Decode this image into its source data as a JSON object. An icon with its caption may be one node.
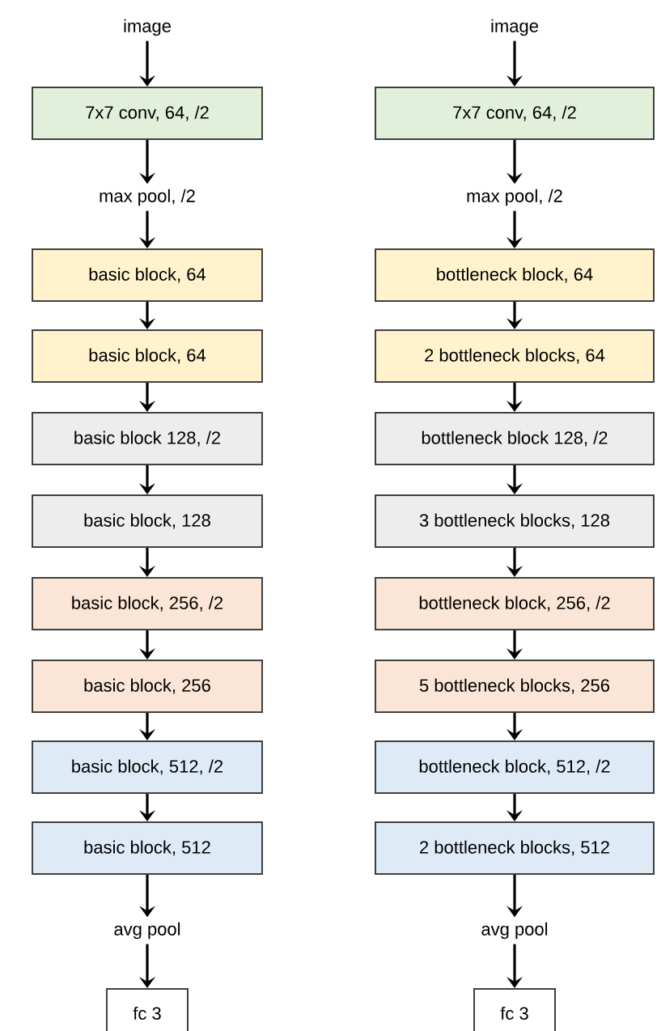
{
  "diagram": {
    "nodes": [
      {
        "text": [
          "image"
        ]
      },
      {
        "text": [
          "7x7 conv, 64, /2"
        ]
      },
      {
        "text": [
          "max pool, /2"
        ]
      },
      {
        "text": [
          "basic block, 64"
        ]
      },
      {
        "text": [
          "basic block, 64"
        ]
      },
      {
        "text": [
          "basic block 128, /2"
        ]
      },
      {
        "text": [
          "basic block, 128"
        ]
      },
      {
        "text": [
          "basic block, 256, /2"
        ]
      },
      {
        "text": [
          "basic block, 256"
        ]
      },
      {
        "text": [
          "basic block, 512, /2"
        ]
      },
      {
        "text": [
          "basic block, 512"
        ]
      },
      {
        "text": [
          "avg pool"
        ]
      },
      {
        "text": [
          "fc 3"
        ]
      },
      {
        "text": [
          "image"
        ]
      },
      {
        "text": [
          "7x7 conv, 64, /2"
        ]
      },
      {
        "text": [
          "max pool, /2"
        ]
      },
      {
        "text": [
          "bottleneck block, 64"
        ]
      },
      {
        "text": [
          "2 bottleneck blocks, 64"
        ]
      },
      {
        "text": [
          "bottleneck block 128, /2"
        ]
      },
      {
        "text": [
          "3 bottleneck blocks, 128"
        ]
      },
      {
        "text": [
          "bottleneck block, 256, /2"
        ]
      },
      {
        "text": [
          "5 bottleneck blocks, 256"
        ]
      },
      {
        "text": [
          "bottleneck block, 512, /2"
        ]
      },
      {
        "text": [
          "2 bottleneck blocks, 512"
        ]
      },
      {
        "text": [
          "avg pool"
        ]
      },
      {
        "text": [
          "fc 3"
        ]
      }
    ],
    "edges": [
      {
        "from": 0,
        "to": 1,
        "arrow": "to"
      },
      {
        "from": 1,
        "to": 2,
        "arrow": "to"
      },
      {
        "from": 2,
        "to": 3,
        "arrow": "to"
      },
      {
        "from": 3,
        "to": 4,
        "arrow": "to"
      },
      {
        "from": 4,
        "to": 5,
        "arrow": "to"
      },
      {
        "from": 5,
        "to": 6,
        "arrow": "to"
      },
      {
        "from": 6,
        "to": 7,
        "arrow": "to"
      },
      {
        "from": 7,
        "to": 8,
        "arrow": "to"
      },
      {
        "from": 8,
        "to": 9,
        "arrow": "to"
      },
      {
        "from": 9,
        "to": 10,
        "arrow": "to"
      },
      {
        "from": 10,
        "to": 11,
        "arrow": "to"
      },
      {
        "from": 11,
        "to": 12,
        "arrow": "to"
      },
      {
        "from": 13,
        "to": 14,
        "arrow": "to"
      },
      {
        "from": 14,
        "to": 15,
        "arrow": "to"
      },
      {
        "from": 15,
        "to": 16,
        "arrow": "to"
      },
      {
        "from": 16,
        "to": 17,
        "arrow": "to"
      },
      {
        "from": 17,
        "to": 18,
        "arrow": "to"
      },
      {
        "from": 18,
        "to": 19,
        "arrow": "to"
      },
      {
        "from": 19,
        "to": 20,
        "arrow": "to"
      },
      {
        "from": 20,
        "to": 21,
        "arrow": "to"
      },
      {
        "from": 21,
        "to": 22,
        "arrow": "to"
      },
      {
        "from": 22,
        "to": 23,
        "arrow": "to"
      },
      {
        "from": 23,
        "to": 24,
        "arrow": "to"
      },
      {
        "from": 24,
        "to": 25,
        "arrow": "to"
      }
    ]
  }
}
